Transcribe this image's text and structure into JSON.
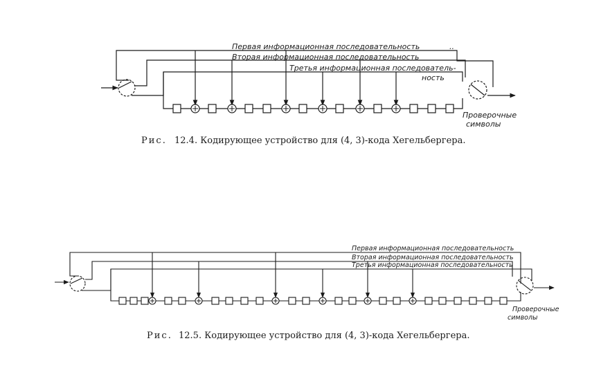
{
  "figure1": {
    "seq1": "Первая информационная последовательность",
    "seq1_tail": "..",
    "seq2": "Вторая информационная последовательность",
    "seq3a": "Третья информационная последователь-",
    "seq3b": "ность",
    "check1": "Проверочные",
    "check2": "символы",
    "caption_prefix": "Рис.",
    "caption": "12.4. Кодирующее устройство для (4, 3)-кода Хегельбергера."
  },
  "figure2": {
    "seq1": "Первая информационная последовательность",
    "seq2": "Вторая информационная последовательность",
    "seq3": "Третья информационная последовательность",
    "check1": "Проверочные",
    "check2": "символы",
    "caption_prefix": "Рис.",
    "caption": "12.5. Кодирующее устройство для (4, 3)-кода Хегельбергера."
  }
}
